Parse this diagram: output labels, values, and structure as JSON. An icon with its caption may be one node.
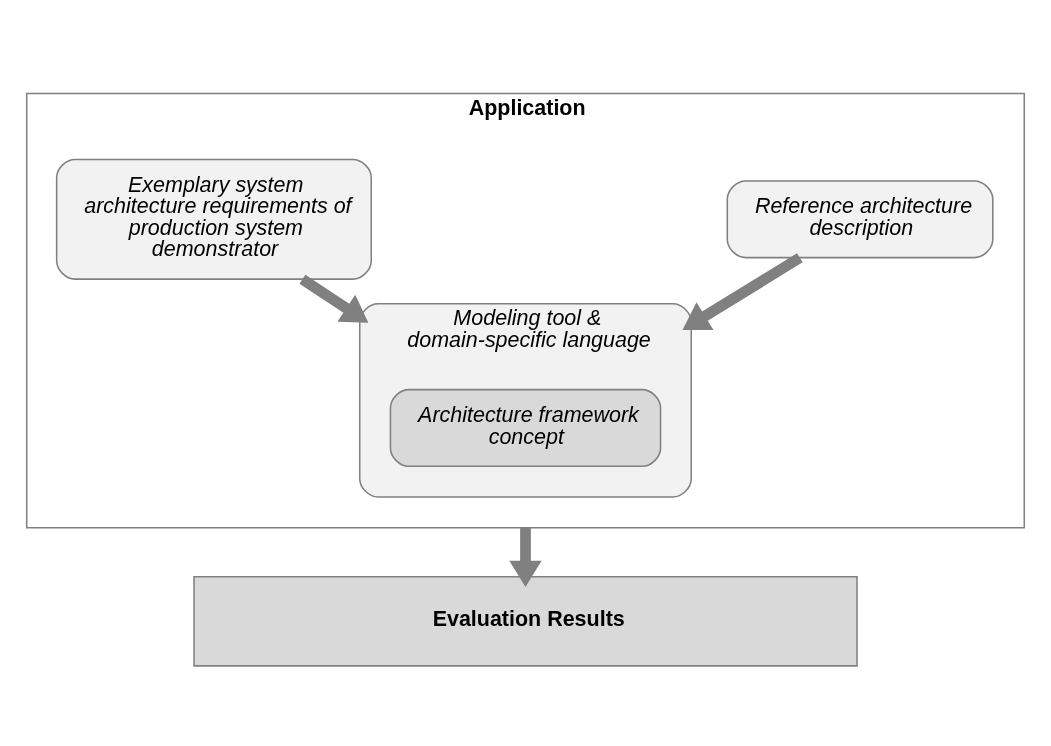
{
  "diagram": {
    "nodes": [
      {
        "text": [
          "Application"
        ]
      },
      {
        "text": [
          "Exemplary system architecture requirements of production system demonstrator"
        ],
        "in": 0
      },
      {
        "text": [
          "Reference architecture description"
        ],
        "in": 0
      },
      {
        "text": [
          "Modeling tool & domain-specific language"
        ],
        "in": 0
      },
      {
        "text": [
          "Architecture framework concept"
        ],
        "in": 3
      },
      {
        "text": [
          "Evaluation Results"
        ]
      }
    ],
    "edges": [
      {
        "from": 1,
        "to": 3,
        "arrow": "to"
      },
      {
        "from": 2,
        "to": 3,
        "arrow": "to"
      },
      {
        "from": 0,
        "to": 5,
        "arrow": "to"
      }
    ]
  }
}
